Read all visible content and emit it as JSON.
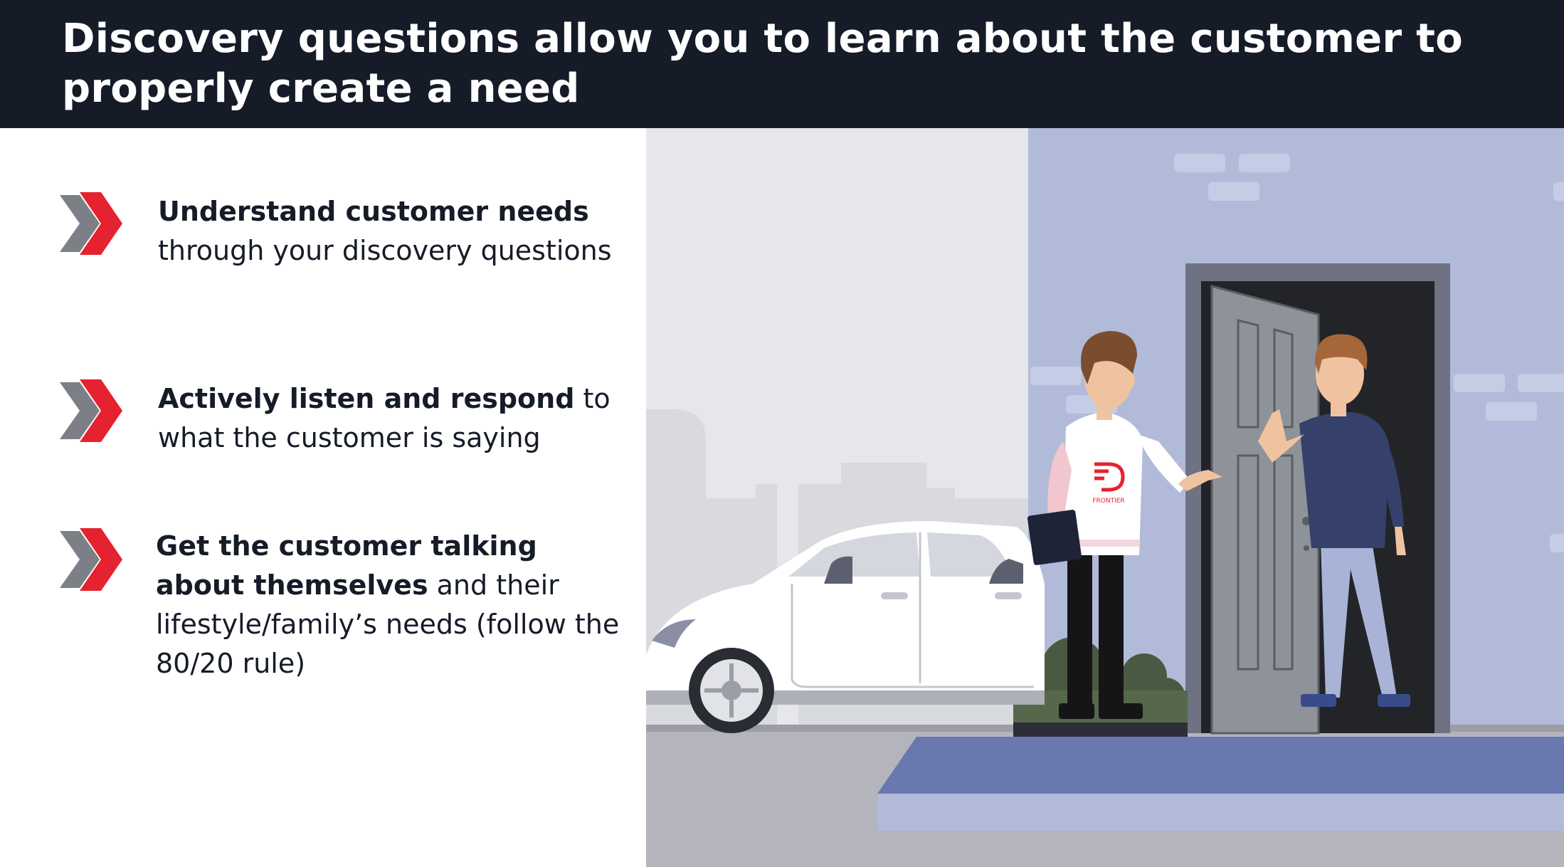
{
  "header": {
    "title": "Discovery questions allow you to learn about the customer to properly create a need"
  },
  "bullets": [
    {
      "bold": "Understand customer needs",
      "rest": " through your discovery questions"
    },
    {
      "bold": "Actively listen and respond",
      "rest": " to what the customer is saying"
    },
    {
      "bold": "Get the customer talking about themselves",
      "rest": " and their lifestyle/family’s needs (follow the 80/20 rule)"
    }
  ],
  "illustration": {
    "shirt_logo_text": "FRONTIER"
  },
  "colors": {
    "header_bg": "#161b28",
    "accent_red": "#e5222f",
    "chevron_gray": "#7d7f86",
    "wall": "#b1bbd9",
    "porch": "#6a78b0"
  },
  "icons": [
    "chevron-icon",
    "frontier-logo-icon"
  ]
}
